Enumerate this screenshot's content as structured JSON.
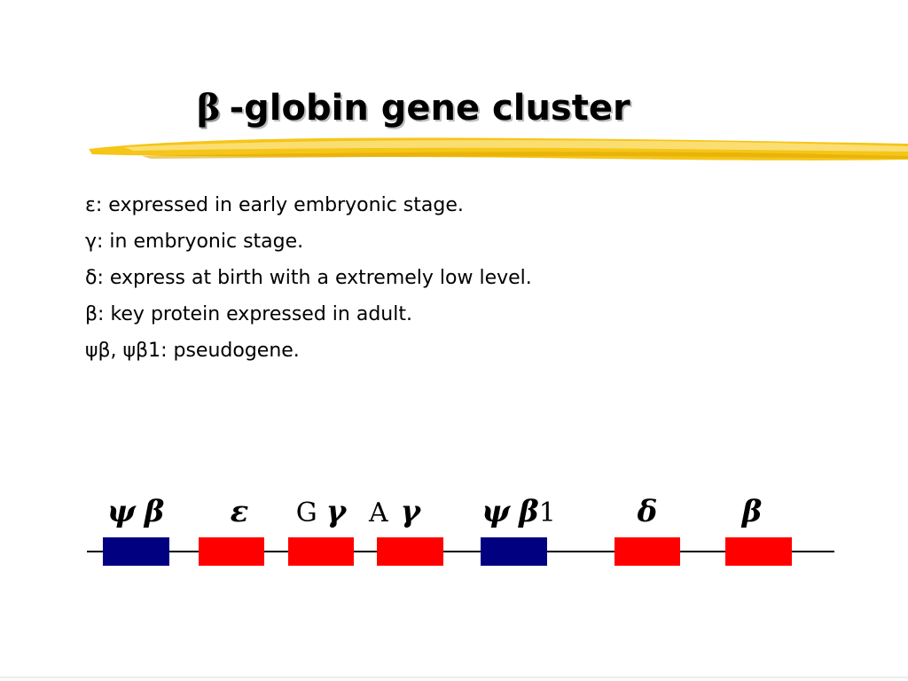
{
  "title": {
    "symbol": "β",
    "text": "-globin gene cluster"
  },
  "notes": [
    "ε: expressed in early embryonic stage.",
    "γ: in embryonic stage.",
    "δ: express at birth with a extremely low level.",
    "β: key protein expressed in adult.",
    "ψβ, ψβ1: pseudogene."
  ],
  "colors": {
    "brush": "#F5C518",
    "pseudogene_box": "#000080",
    "gene_box": "#FF0000",
    "line": "#000000"
  },
  "gene_cluster": [
    {
      "label": [
        "ψ",
        "β"
      ],
      "kind": "pseudogene"
    },
    {
      "label": [
        "ε"
      ],
      "kind": "gene"
    },
    {
      "label": [
        "G",
        "γ"
      ],
      "kind": "gene"
    },
    {
      "label": [
        "A",
        "γ"
      ],
      "kind": "gene"
    },
    {
      "label": [
        "ψ",
        "β",
        "1"
      ],
      "kind": "pseudogene"
    },
    {
      "label": [
        "δ"
      ],
      "kind": "gene"
    },
    {
      "label": [
        "β"
      ],
      "kind": "gene"
    }
  ]
}
